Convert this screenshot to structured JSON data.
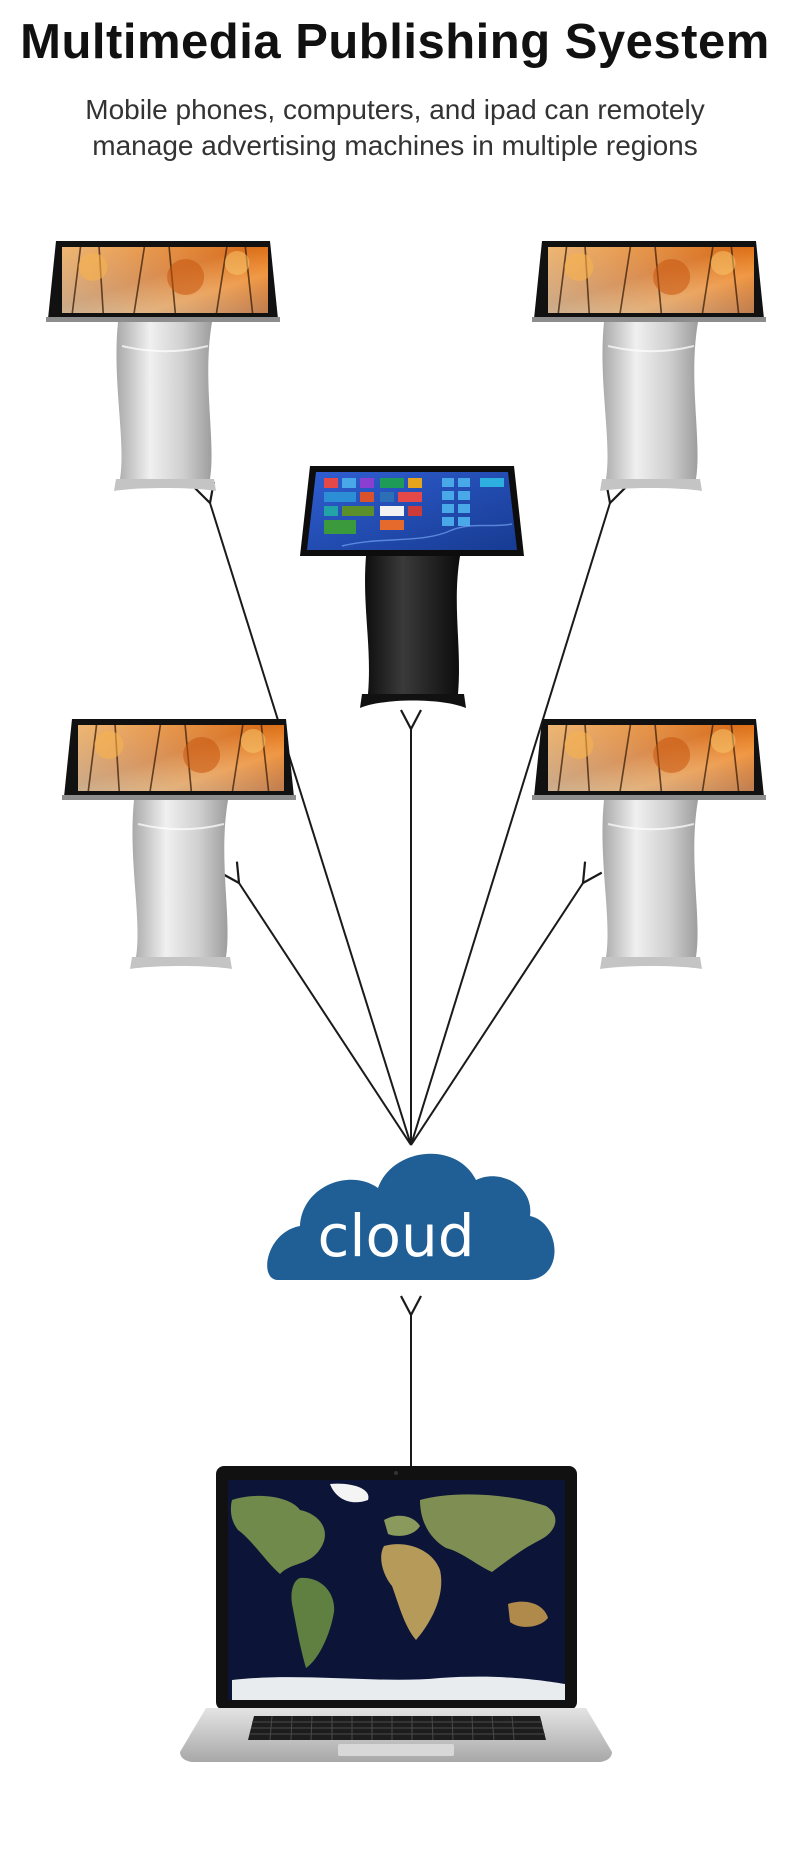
{
  "header": {
    "title": "Multimedia Publishing Syestem",
    "subtitle": "Mobile phones, computers, and ipad can remotely manage advertising machines in multiple regions"
  },
  "cloud": {
    "label": "cloud",
    "color": "#1f5f95"
  },
  "colors": {
    "arrow": "#1a1a1a",
    "kiosk_silver": "#d2d2d2",
    "kiosk_black": "#1c1c1c",
    "screen_orange": "#e07a1f",
    "screen_blue": "#2a4fb8",
    "laptop_body": "#c9c9c9",
    "map_ocean": "#0c1438"
  },
  "nodes": [
    {
      "name": "kiosk-top-left",
      "style": "silver"
    },
    {
      "name": "kiosk-top-right",
      "style": "silver"
    },
    {
      "name": "kiosk-center",
      "style": "black"
    },
    {
      "name": "kiosk-middle-left",
      "style": "silver"
    },
    {
      "name": "kiosk-middle-right",
      "style": "silver"
    },
    {
      "name": "laptop",
      "style": "laptop"
    }
  ]
}
